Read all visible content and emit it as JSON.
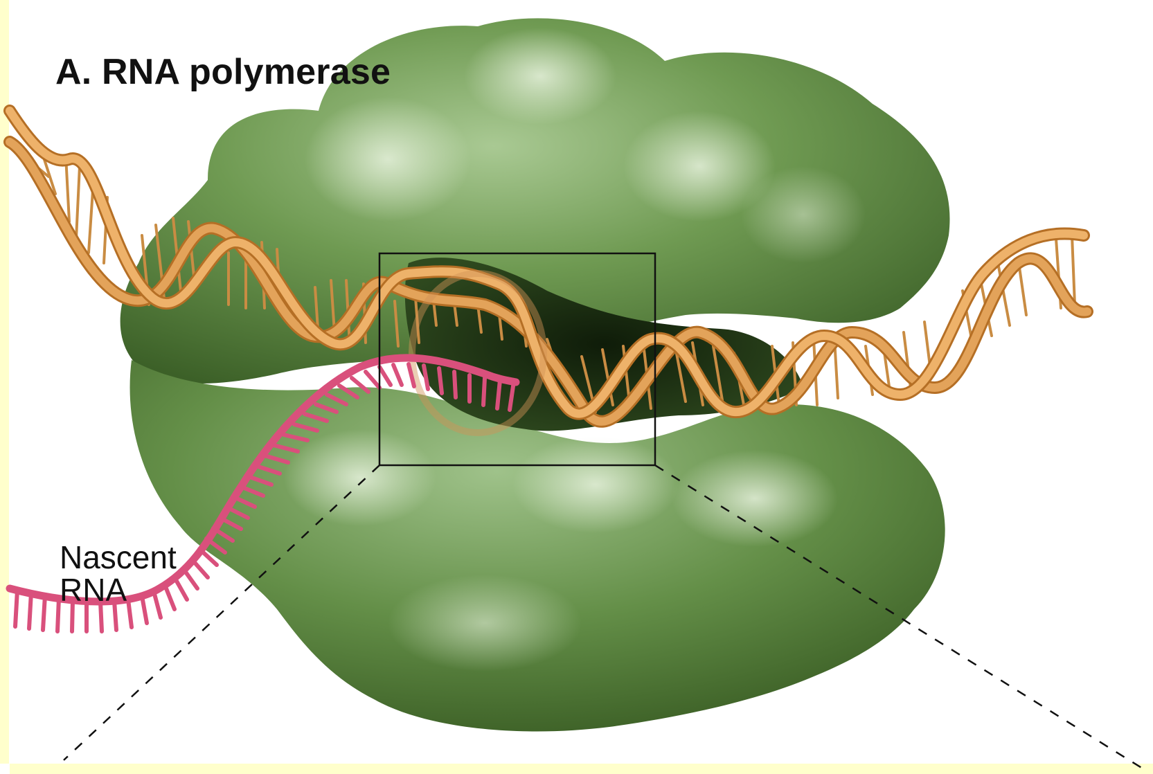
{
  "title": "A. RNA polymerase",
  "labels": {
    "rna_line1": "Nascent",
    "rna_line2": "RNA"
  },
  "colors": {
    "frame": "#ffffcc",
    "polymerase": "#5b8a40",
    "polymerase_dark": "#223d15",
    "dna": "#e3a35a",
    "dna_edge": "#b56f25",
    "rna": "#d9507c",
    "outline": "#111111"
  },
  "icons": {
    "polymerase": "polymerase-blob",
    "dna": "double-helix",
    "rna": "single-strand-comb"
  }
}
